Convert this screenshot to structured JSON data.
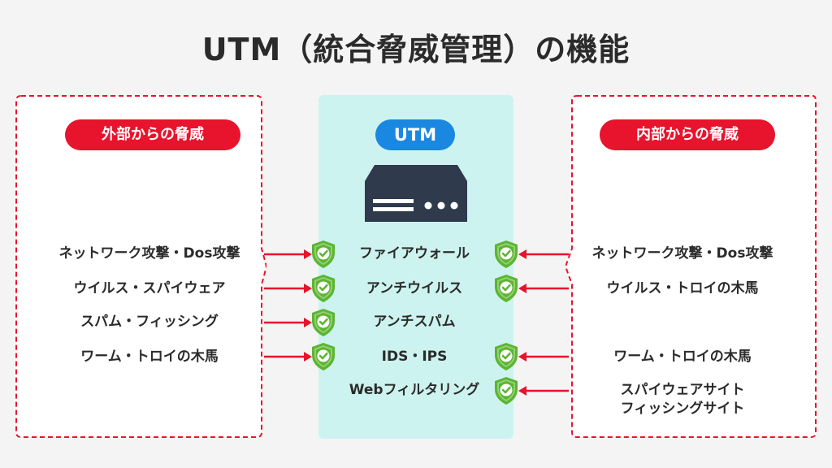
{
  "title": "UTM（統合脅威管理）の機能",
  "left": {
    "badge": "外部からの脅威",
    "items": [
      "ネットワーク攻撃・Dos攻撃",
      "ウイルス・スパイウェア",
      "スパム・フィッシング",
      "ワーム・トロイの木馬"
    ]
  },
  "center": {
    "badge": "UTM",
    "features": [
      "ファイアウォール",
      "アンチウイルス",
      "アンチスパム",
      "IDS・IPS",
      "Webフィルタリング"
    ]
  },
  "right": {
    "badge": "内部からの脅威",
    "items": [
      "ネットワーク攻撃・Dos攻撃",
      "ウイルス・トロイの木馬",
      "ワーム・トロイの木馬",
      "スパイウェアサイト",
      "フィッシングサイト"
    ]
  },
  "colors": {
    "red": "#e8132c",
    "blue": "#1a88e0",
    "shield": "#5cb531",
    "panel": "#ccf3ef"
  },
  "icons": [
    "server-icon",
    "shield-check-icon",
    "arrow-icon"
  ]
}
